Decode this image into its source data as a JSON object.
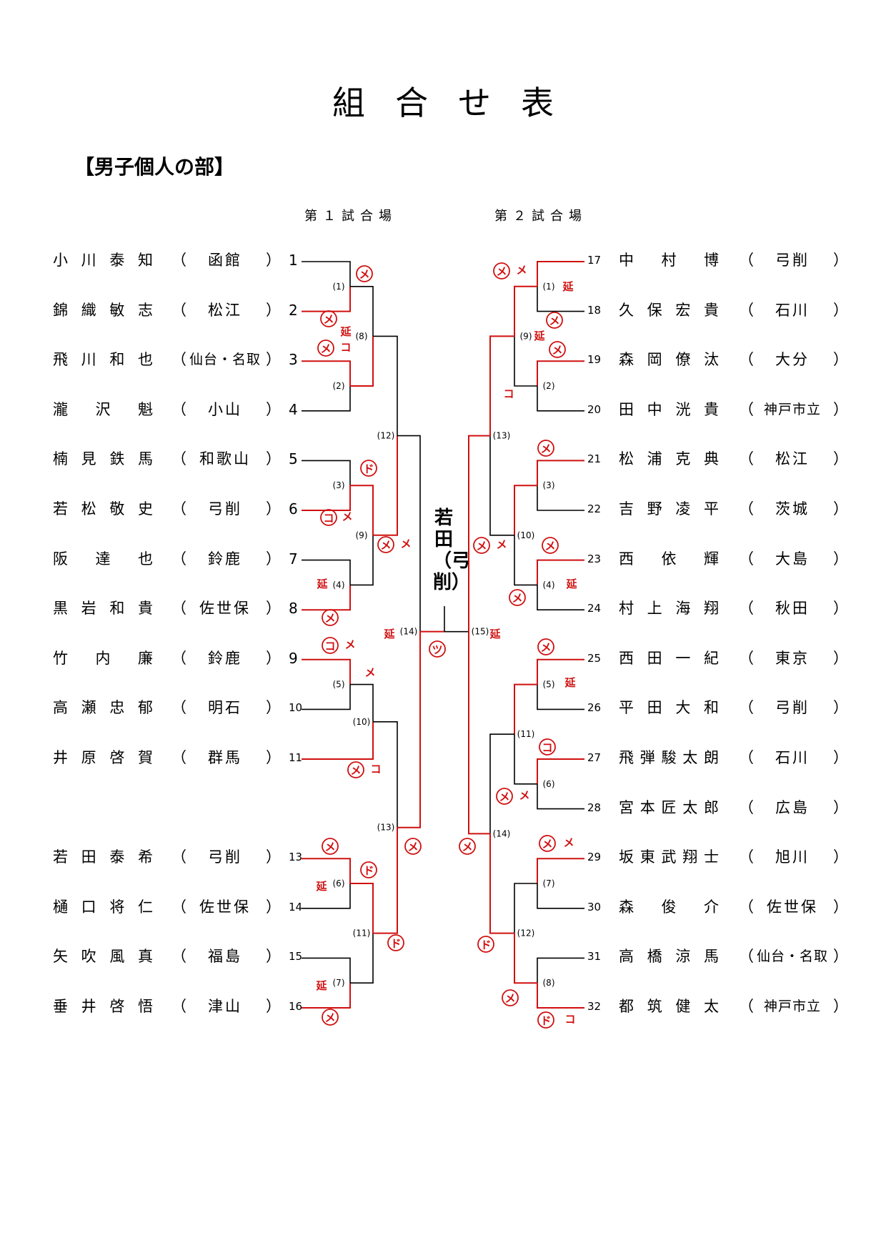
{
  "title": "組合せ表",
  "section": "【男子個人の部】",
  "venues": [
    "第１試合場",
    "第２試合場"
  ],
  "champion": {
    "name": "若田",
    "club": "弓削"
  },
  "left_players": [
    {
      "num": "1",
      "name": "小川泰知",
      "club": "函館"
    },
    {
      "num": "2",
      "name": "錦織敏志",
      "club": "松江"
    },
    {
      "num": "3",
      "name": "飛川和也",
      "club": "仙台・名取"
    },
    {
      "num": "4",
      "name": "瀧沢魁",
      "club": "小山"
    },
    {
      "num": "5",
      "name": "楠見鉄馬",
      "club": "和歌山"
    },
    {
      "num": "6",
      "name": "若松敬史",
      "club": "弓削"
    },
    {
      "num": "7",
      "name": "阪達也",
      "club": "鈴鹿"
    },
    {
      "num": "8",
      "name": "黒岩和貴",
      "club": "佐世保"
    },
    {
      "num": "9",
      "name": "竹内廉",
      "club": "鈴鹿"
    },
    {
      "num": "10",
      "name": "高瀬忠郁",
      "club": "明石"
    },
    {
      "num": "11",
      "name": "井原啓賀",
      "club": "群馬"
    },
    {
      "num": "13",
      "name": "若田泰希",
      "club": "弓削"
    },
    {
      "num": "14",
      "name": "樋口将仁",
      "club": "佐世保"
    },
    {
      "num": "15",
      "name": "矢吹風真",
      "club": "福島"
    },
    {
      "num": "16",
      "name": "垂井啓悟",
      "club": "津山"
    }
  ],
  "right_players": [
    {
      "num": "17",
      "name": "中村博",
      "club": "弓削"
    },
    {
      "num": "18",
      "name": "久保宏貴",
      "club": "石川"
    },
    {
      "num": "19",
      "name": "森岡僚汰",
      "club": "大分"
    },
    {
      "num": "20",
      "name": "田中洸貴",
      "club": "神戸市立"
    },
    {
      "num": "21",
      "name": "松浦克典",
      "club": "松江"
    },
    {
      "num": "22",
      "name": "吉野凌平",
      "club": "茨城"
    },
    {
      "num": "23",
      "name": "西依輝",
      "club": "大島"
    },
    {
      "num": "24",
      "name": "村上海翔",
      "club": "秋田"
    },
    {
      "num": "25",
      "name": "西田一紀",
      "club": "東京"
    },
    {
      "num": "26",
      "name": "平田大和",
      "club": "弓削"
    },
    {
      "num": "27",
      "name": "飛弾駿太朗",
      "club": "石川"
    },
    {
      "num": "28",
      "name": "宮本匠太郎",
      "club": "広島"
    },
    {
      "num": "29",
      "name": "坂東武翔士",
      "club": "旭川"
    },
    {
      "num": "30",
      "name": "森俊介",
      "club": "佐世保"
    },
    {
      "num": "31",
      "name": "高橋涼馬",
      "club": "仙台・名取"
    },
    {
      "num": "32",
      "name": "都筑健太",
      "club": "神戸市立"
    }
  ],
  "match_numbers": {
    "left": [
      "(1)",
      "(2)",
      "(3)",
      "(4)",
      "(5)",
      "(6)",
      "(7)",
      "(8)",
      "(9)",
      "(10)",
      "(11)",
      "(12)",
      "(13)",
      "(14)"
    ],
    "right": [
      "(1)",
      "(2)",
      "(3)",
      "(4)",
      "(5)",
      "(6)",
      "(7)",
      "(8)",
      "(9)",
      "(10)",
      "(11)",
      "(12)",
      "(13)",
      "(14)"
    ],
    "final": "(15)"
  },
  "score_marks": {
    "circled": [
      "メ",
      "コ",
      "ド",
      "ツ"
    ],
    "plain": [
      "メ",
      "コ"
    ],
    "extension": "延"
  },
  "colors": {
    "winner_line": "#d01010",
    "line": "#000000",
    "mark": "#d01010"
  },
  "parens": {
    "open": "（",
    "close": "）"
  }
}
